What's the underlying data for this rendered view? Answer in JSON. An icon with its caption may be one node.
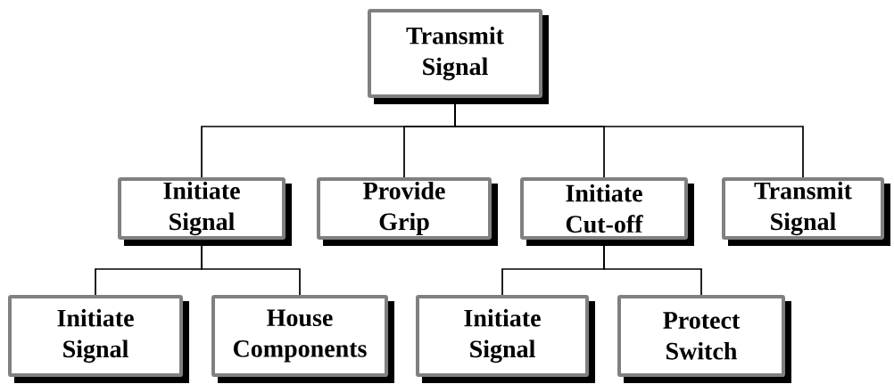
{
  "diagram": {
    "nodes": [
      {
        "text": [
          "Transmit Signal"
        ]
      },
      {
        "text": [
          "Initiate Signal"
        ]
      },
      {
        "text": [
          "Provide Grip"
        ]
      },
      {
        "text": [
          "Initiate Cut-off"
        ]
      },
      {
        "text": [
          "Transmit Signal"
        ]
      },
      {
        "text": [
          "Initiate Signal"
        ]
      },
      {
        "text": [
          "House Components"
        ]
      },
      {
        "text": [
          "Initiate Signal"
        ]
      },
      {
        "text": [
          "Protect Switch"
        ]
      }
    ],
    "edges": [
      {
        "from": 0,
        "to": 1,
        "arrow": "none"
      },
      {
        "from": 0,
        "to": 2,
        "arrow": "none"
      },
      {
        "from": 0,
        "to": 3,
        "arrow": "none"
      },
      {
        "from": 0,
        "to": 4,
        "arrow": "none"
      },
      {
        "from": 1,
        "to": 5,
        "arrow": "none"
      },
      {
        "from": 1,
        "to": 6,
        "arrow": "none"
      },
      {
        "from": 3,
        "to": 7,
        "arrow": "none"
      },
      {
        "from": 3,
        "to": 8,
        "arrow": "none"
      }
    ]
  }
}
